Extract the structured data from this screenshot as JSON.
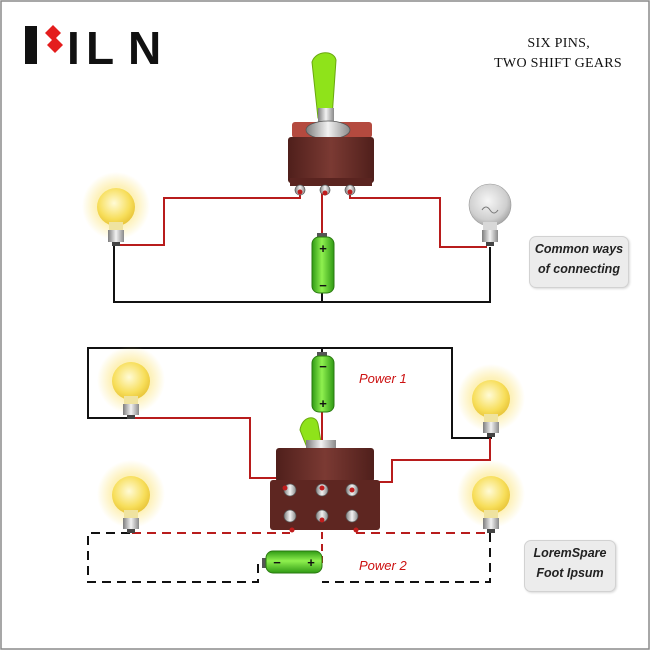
{
  "brand": {
    "name": "FILN",
    "letters": [
      "I",
      "L",
      "N"
    ],
    "logo_color": "#e41d1d",
    "text_color": "#111111"
  },
  "title": {
    "line1": "SIX PINS,",
    "line2": "TWO SHIFT GEARS"
  },
  "notes": {
    "connecting": {
      "line1": "Common ways",
      "line2": "of connecting"
    },
    "lorem": {
      "line1": "LoremSpare",
      "line2": "Foot Ipsum"
    }
  },
  "power_labels": {
    "power1": "Power 1",
    "power2": "Power 2"
  },
  "battery_signs": {
    "plus": "+",
    "minus": "−"
  },
  "colors": {
    "wire_red": "#b81c1c",
    "wire_black": "#111111",
    "battery_green": "#3fbf1f",
    "bulb_lit": "#f7de5a",
    "bulb_off": "#cfcfcf",
    "switch_body": "#6e2f2a",
    "lever_green": "#8fe31a",
    "note_bg": "#ececec"
  },
  "icons": [
    "light-bulb-icon",
    "battery-icon",
    "toggle-switch-icon"
  ]
}
